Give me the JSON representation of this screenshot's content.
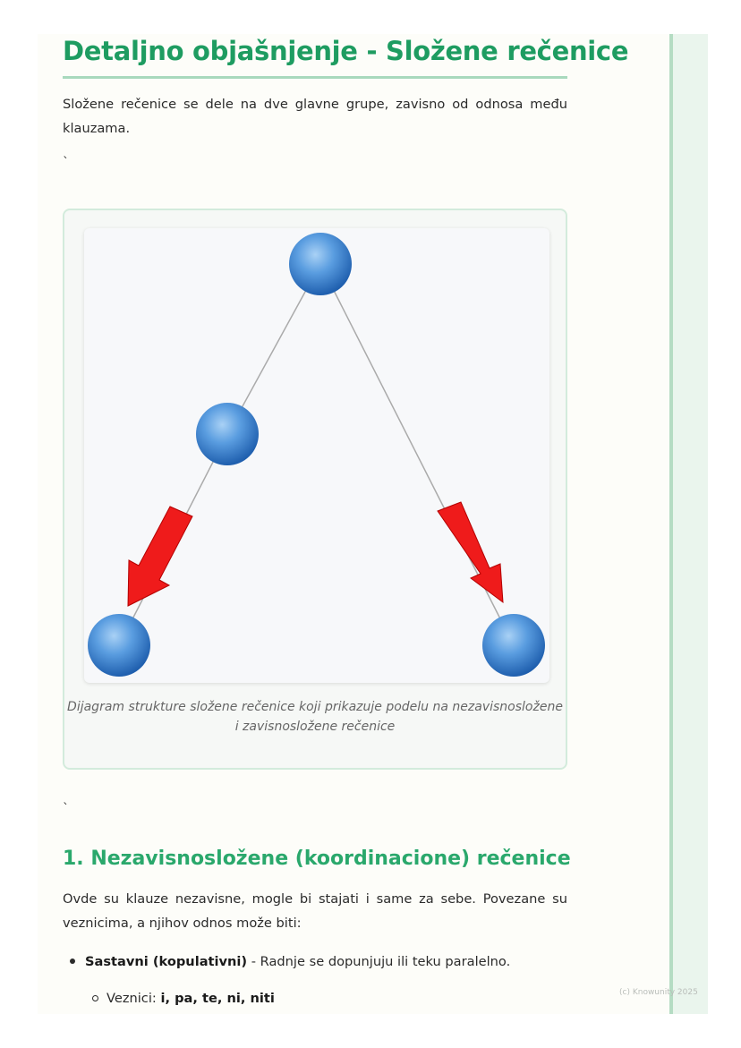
{
  "document": {
    "title": "Detaljno objašnjenje - Složene rečenice",
    "intro": "Složene rečenice se dele na dve glavne grupe, zavisno od odnosa među klauzama.",
    "backtick_1": "`",
    "figure": {
      "caption": "Dijagram strukture složene rečenice koji prikazuje podelu na nezavisnosložene i zavisnosložene rečenice",
      "colors": {
        "node": "#4a8fd6",
        "arrow": "#ef1b1b",
        "edge": "#aaaaaa"
      }
    },
    "backtick_2": "`",
    "section_heading": "1. Nezavisnosložene (koordinacione) rečenice",
    "section_text": "Ovde su klauze nezavisne, mogle bi stajati i same za sebe. Povezane su veznicima, a njihov odnos može biti:",
    "list": {
      "item1_bold": "Sastavni (kopulativni)",
      "item1_rest": " - Radnje se dopunjuju ili teku paralelno.",
      "sub_label": "Veznici: ",
      "sub_values": "i, pa, te, ni, niti"
    },
    "watermark": "(c) Knowunity 2025"
  },
  "colors": {
    "accent": "#1e9c61",
    "heading2": "#2aa86c",
    "rule": "#a8d9bd",
    "side_panel": "#eaf5ed"
  }
}
